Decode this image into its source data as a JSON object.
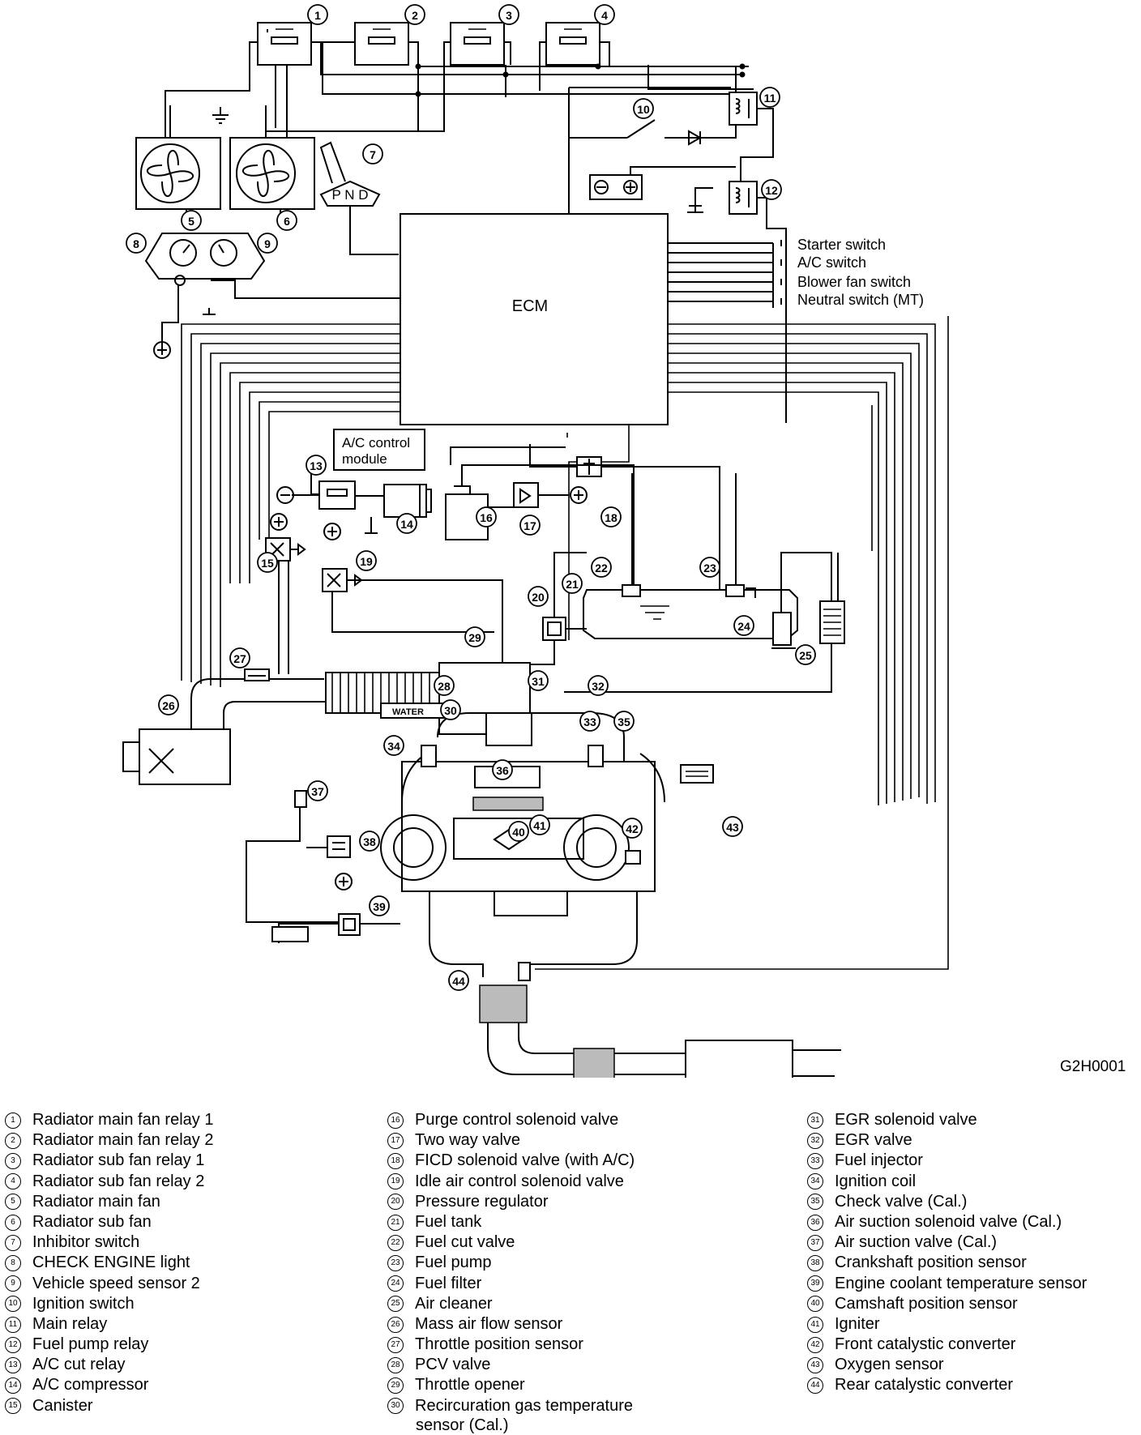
{
  "ecm_label": "ECM",
  "ac_module_label": [
    "A/C control",
    "module"
  ],
  "switch_labels": [
    "Starter switch",
    "A/C switch",
    "Blower fan switch",
    "Neutral switch (MT)"
  ],
  "inhibitor_gear": "P N D",
  "throttle_body_label": "WATER",
  "figure_code": "G2H0001",
  "legend": [
    {
      "num": "1",
      "label": "Radiator main fan relay 1"
    },
    {
      "num": "2",
      "label": "Radiator main fan relay 2"
    },
    {
      "num": "3",
      "label": "Radiator sub fan relay 1"
    },
    {
      "num": "4",
      "label": "Radiator sub fan relay 2"
    },
    {
      "num": "5",
      "label": "Radiator main fan"
    },
    {
      "num": "6",
      "label": "Radiator sub fan"
    },
    {
      "num": "7",
      "label": "Inhibitor switch"
    },
    {
      "num": "8",
      "label": "CHECK ENGINE light"
    },
    {
      "num": "9",
      "label": "Vehicle speed sensor 2"
    },
    {
      "num": "10",
      "label": "Ignition switch"
    },
    {
      "num": "11",
      "label": "Main relay"
    },
    {
      "num": "12",
      "label": "Fuel pump relay"
    },
    {
      "num": "13",
      "label": "A/C cut relay"
    },
    {
      "num": "14",
      "label": "A/C compressor"
    },
    {
      "num": "15",
      "label": "Canister"
    },
    {
      "num": "16",
      "label": "Purge control solenoid valve"
    },
    {
      "num": "17",
      "label": "Two way valve"
    },
    {
      "num": "18",
      "label": "FICD solenoid valve (with A/C)"
    },
    {
      "num": "19",
      "label": "Idle air control solenoid valve"
    },
    {
      "num": "20",
      "label": "Pressure regulator"
    },
    {
      "num": "21",
      "label": "Fuel tank"
    },
    {
      "num": "22",
      "label": "Fuel cut valve"
    },
    {
      "num": "23",
      "label": "Fuel pump"
    },
    {
      "num": "24",
      "label": "Fuel filter"
    },
    {
      "num": "25",
      "label": "Air cleaner"
    },
    {
      "num": "26",
      "label": "Mass air flow sensor"
    },
    {
      "num": "27",
      "label": "Throttle position sensor"
    },
    {
      "num": "28",
      "label": "PCV valve"
    },
    {
      "num": "29",
      "label": "Throttle opener"
    },
    {
      "num": "30",
      "label": "Recircuration gas temperature sensor (Cal.)"
    },
    {
      "num": "31",
      "label": "EGR solenoid valve"
    },
    {
      "num": "32",
      "label": "EGR valve"
    },
    {
      "num": "33",
      "label": "Fuel injector"
    },
    {
      "num": "34",
      "label": "Ignition coil"
    },
    {
      "num": "35",
      "label": "Check valve (Cal.)"
    },
    {
      "num": "36",
      "label": "Air suction solenoid valve (Cal.)"
    },
    {
      "num": "37",
      "label": "Air suction valve (Cal.)"
    },
    {
      "num": "38",
      "label": "Crankshaft position sensor"
    },
    {
      "num": "39",
      "label": "Engine coolant temperature sensor"
    },
    {
      "num": "40",
      "label": "Camshaft position sensor"
    },
    {
      "num": "41",
      "label": "Igniter"
    },
    {
      "num": "42",
      "label": "Front catalystic converter"
    },
    {
      "num": "43",
      "label": "Oxygen sensor"
    },
    {
      "num": "44",
      "label": "Rear catalystic converter"
    }
  ]
}
